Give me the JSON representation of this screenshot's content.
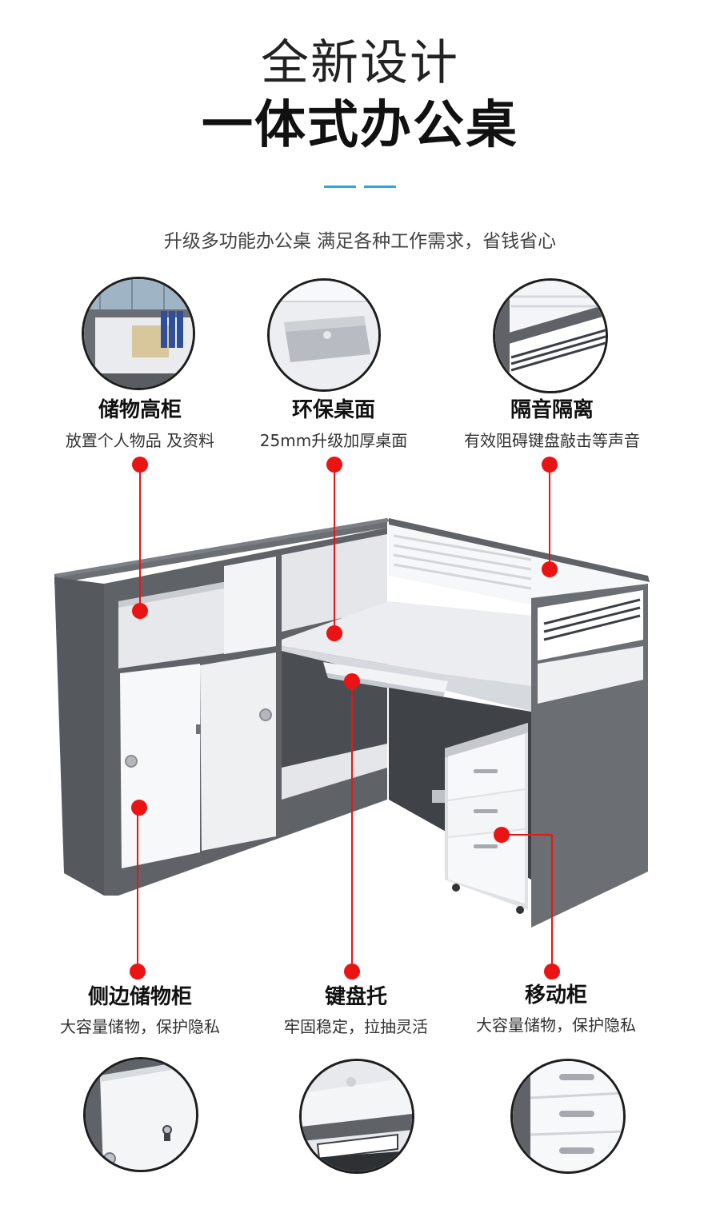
{
  "header": {
    "title_line1": "全新设计",
    "title_line2": "一体式办公桌",
    "subtitle": "升级多功能办公桌 满足各种工作需求，省钱省心",
    "accent_color": "#2aa8e0"
  },
  "features_top": [
    {
      "name": "储物高柜",
      "desc": "放置个人物品 及资料",
      "icon": "cabinet-closeup"
    },
    {
      "name": "环保桌面",
      "desc": "25mm升级加厚桌面",
      "icon": "desktop-closeup"
    },
    {
      "name": "隔音隔离",
      "desc": "有效阻碍键盘敲击等声音",
      "icon": "partition-closeup"
    }
  ],
  "features_bottom": [
    {
      "name": "侧边储物柜",
      "desc": "大容量储物，保护隐私",
      "icon": "side-cabinet-closeup"
    },
    {
      "name": "键盘托",
      "desc": "牢固稳定，拉抽灵活",
      "icon": "keyboard-tray-closeup"
    },
    {
      "name": "移动柜",
      "desc": "大容量储物，保护隐私",
      "icon": "mobile-drawer-closeup"
    }
  ],
  "colors": {
    "callout_red": "#ea1414",
    "cabinet_gray": "#5f6368",
    "panel_white": "#f2f3f5"
  }
}
